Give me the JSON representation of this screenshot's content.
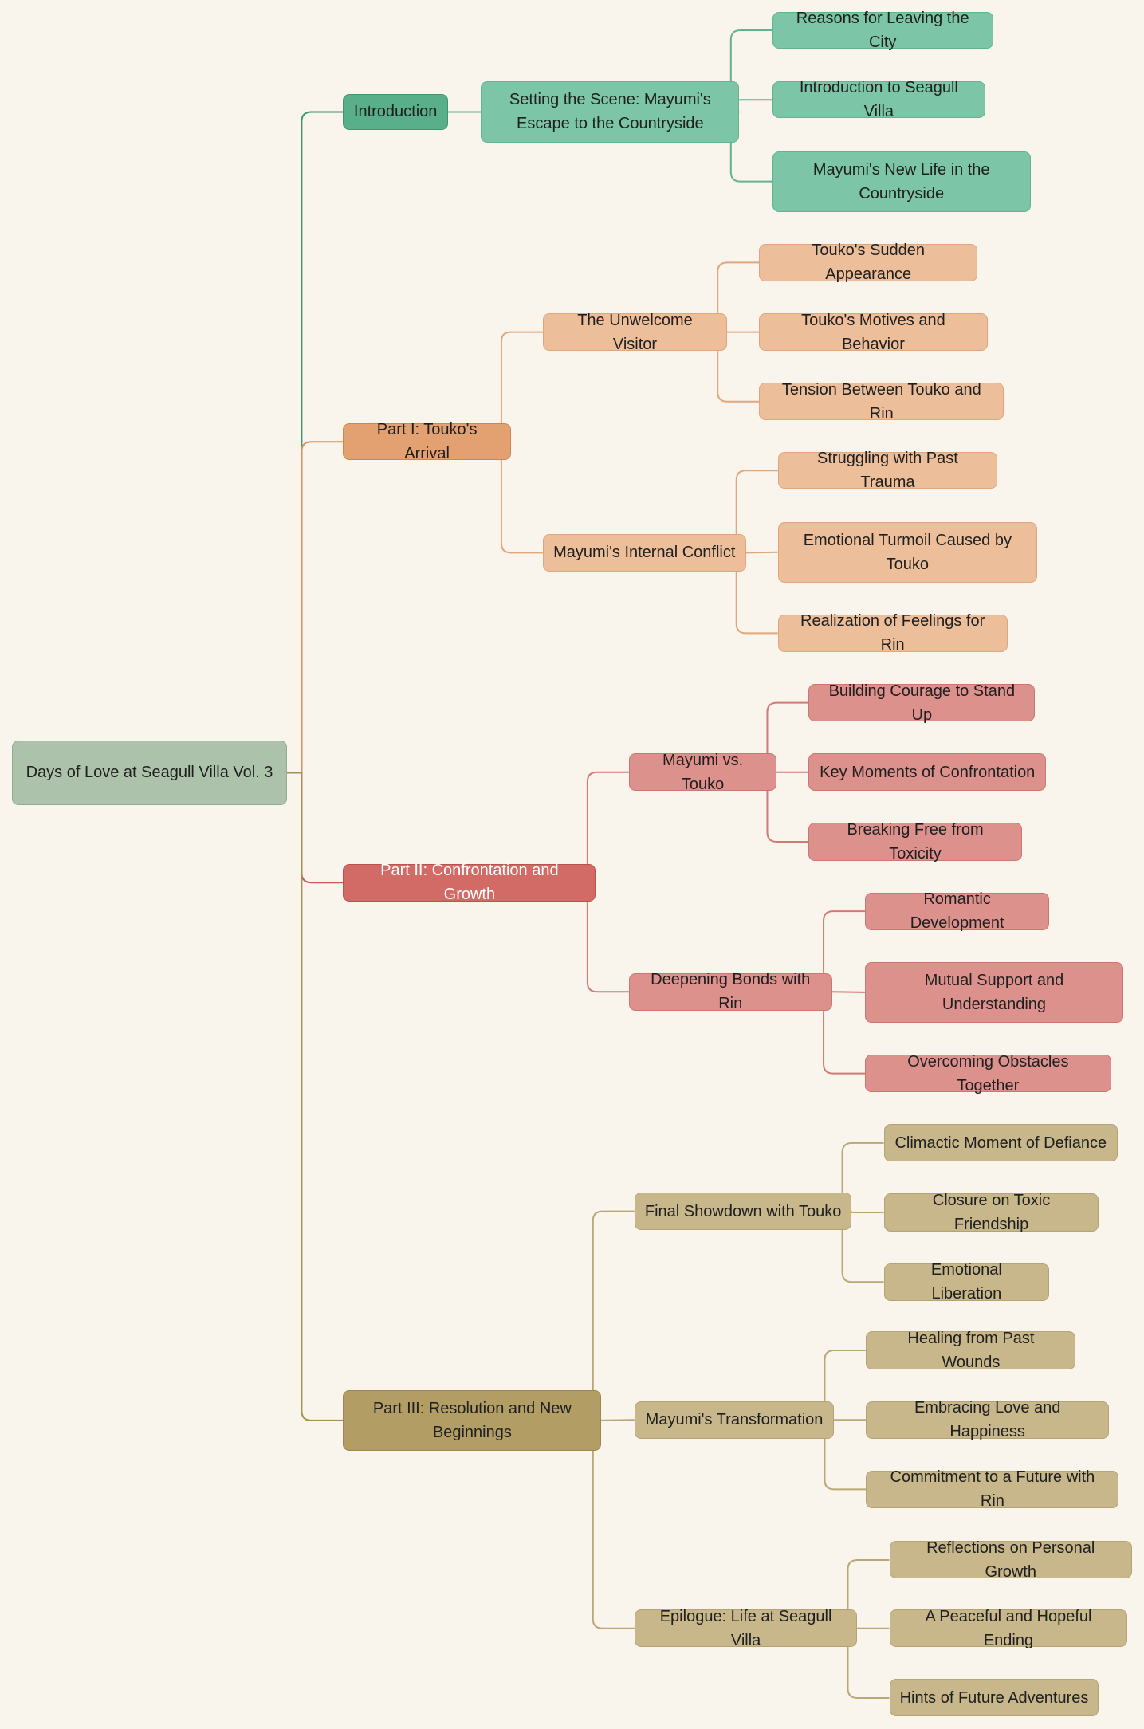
{
  "root": {
    "label": "Days of Love at Seagull Villa Vol. 3"
  },
  "colors": {
    "background": "#f9f4ec",
    "introduction": "#5aaf8b",
    "part1": "#e3a171",
    "part2": "#d26b66",
    "part3": "#b29e65"
  },
  "branches": [
    {
      "label": "Introduction",
      "children": [
        {
          "label": "Setting the Scene: Mayumi's Escape to the Countryside",
          "children": [
            {
              "label": "Reasons for Leaving the City"
            },
            {
              "label": "Introduction to Seagull Villa"
            },
            {
              "label": "Mayumi's New Life in the Countryside"
            }
          ]
        }
      ]
    },
    {
      "label": "Part I: Touko's Arrival",
      "children": [
        {
          "label": "The Unwelcome Visitor",
          "children": [
            {
              "label": "Touko's Sudden Appearance"
            },
            {
              "label": "Touko's Motives and Behavior"
            },
            {
              "label": "Tension Between Touko and Rin"
            }
          ]
        },
        {
          "label": "Mayumi's Internal Conflict",
          "children": [
            {
              "label": "Struggling with Past Trauma"
            },
            {
              "label": "Emotional Turmoil Caused by Touko"
            },
            {
              "label": "Realization of Feelings for Rin"
            }
          ]
        }
      ]
    },
    {
      "label": "Part II: Confrontation and Growth",
      "children": [
        {
          "label": "Mayumi vs. Touko",
          "children": [
            {
              "label": "Building Courage to Stand Up"
            },
            {
              "label": "Key Moments of Confrontation"
            },
            {
              "label": "Breaking Free from Toxicity"
            }
          ]
        },
        {
          "label": "Deepening Bonds with Rin",
          "children": [
            {
              "label": "Romantic Development"
            },
            {
              "label": "Mutual Support and Understanding"
            },
            {
              "label": "Overcoming Obstacles Together"
            }
          ]
        }
      ]
    },
    {
      "label": "Part III: Resolution and New Beginnings",
      "children": [
        {
          "label": "Final Showdown with Touko",
          "children": [
            {
              "label": "Climactic Moment of Defiance"
            },
            {
              "label": "Closure on Toxic Friendship"
            },
            {
              "label": "Emotional Liberation"
            }
          ]
        },
        {
          "label": "Mayumi's Transformation",
          "children": [
            {
              "label": "Healing from Past Wounds"
            },
            {
              "label": "Embracing Love and Happiness"
            },
            {
              "label": "Commitment to a Future with Rin"
            }
          ]
        },
        {
          "label": "Epilogue: Life at Seagull Villa",
          "children": [
            {
              "label": "Reflections on Personal Growth"
            },
            {
              "label": "A Peaceful and Hopeful Ending"
            },
            {
              "label": "Hints of Future Adventures"
            }
          ]
        }
      ]
    }
  ]
}
